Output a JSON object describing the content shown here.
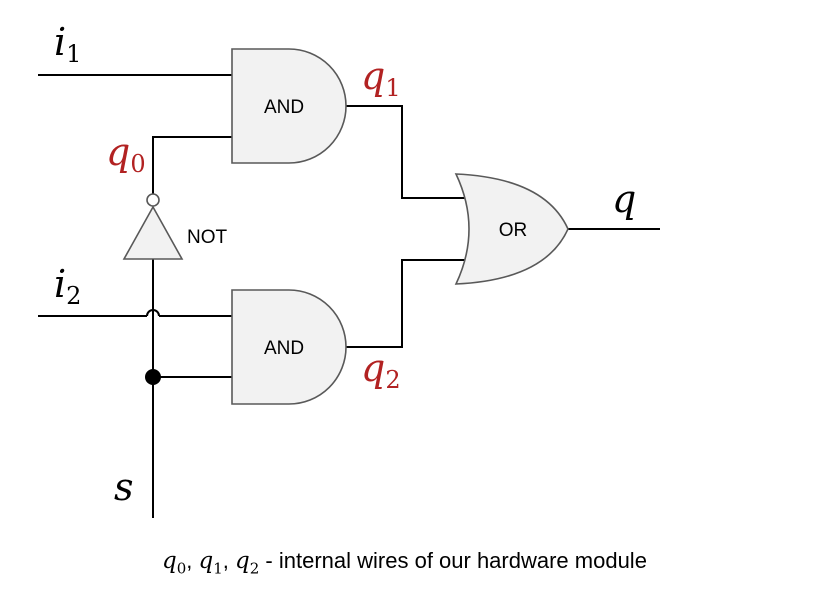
{
  "colors": {
    "wire": "#000000",
    "gate_fill": "#f2f2f2",
    "gate_stroke": "#595959",
    "internal_wire_label": "#b22222",
    "io_label": "#000000"
  },
  "gates": {
    "and_top": "AND",
    "and_bottom": "AND",
    "or": "OR",
    "not": "NOT"
  },
  "inputs": {
    "i1": {
      "base": "i",
      "sub": "1"
    },
    "i2": {
      "base": "i",
      "sub": "2"
    },
    "s": {
      "base": "s"
    }
  },
  "output": {
    "q": {
      "base": "q"
    }
  },
  "internal_wires": {
    "q0": {
      "base": "q",
      "sub": "0"
    },
    "q1": {
      "base": "q",
      "sub": "1"
    },
    "q2": {
      "base": "q",
      "sub": "2"
    }
  },
  "caption": {
    "v0": "q",
    "s0": "0",
    "v1": "q",
    "s1": "1",
    "v2": "q",
    "s2": "2",
    "sep": ", ",
    "text": " - internal wires of our hardware module"
  }
}
